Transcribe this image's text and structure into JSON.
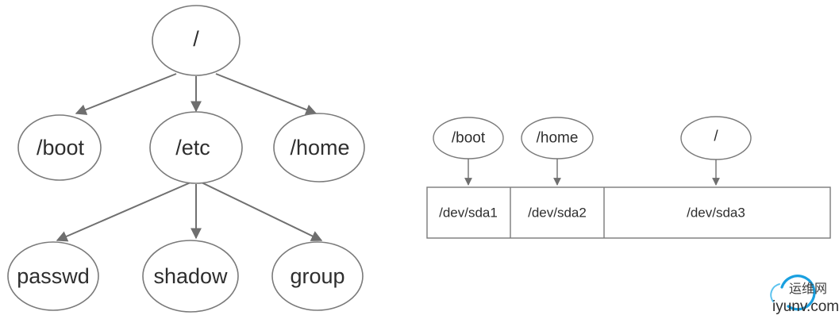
{
  "tree": {
    "root": "/",
    "level1": [
      "/boot",
      "/etc",
      "/home"
    ],
    "etc_children": [
      "passwd",
      "shadow",
      "group"
    ]
  },
  "mounts": {
    "mount_points": [
      "/boot",
      "/home",
      "/"
    ],
    "partitions": [
      "/dev/sda1",
      "/dev/sda2",
      "/dev/sda3"
    ]
  },
  "watermark": {
    "cn": "运维网",
    "en": "iyunv.com"
  },
  "colors": {
    "stroke": "#7a7a7a",
    "text": "#2e2e2e",
    "logo_blue": "#1aa0e0"
  }
}
